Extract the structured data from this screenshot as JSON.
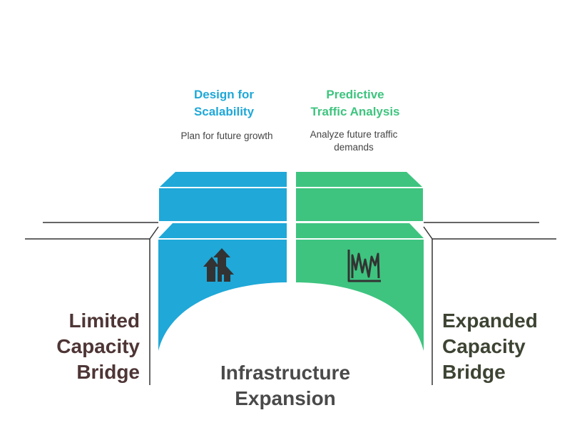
{
  "left_block": {
    "title": [
      "Design for",
      "Scalability"
    ],
    "description": [
      "Plan for future growth"
    ],
    "icon": "growth-arrows-icon",
    "color": "#1fa8d8"
  },
  "right_block": {
    "title": [
      "Predictive",
      "Traffic Analysis"
    ],
    "description": [
      "Analyze future traffic",
      "demands"
    ],
    "icon": "traffic-chart-icon",
    "color": "#3ec47f"
  },
  "left_label": [
    "Limited",
    "Capacity",
    "Bridge"
  ],
  "right_label": [
    "Expanded",
    "Capacity",
    "Bridge"
  ],
  "center_label": [
    "Infrastructure",
    "Expansion"
  ],
  "colors": {
    "left_label": "#4e3535",
    "right_label": "#3d4433",
    "center_label": "#4a4a4a",
    "lines": "#333333"
  }
}
